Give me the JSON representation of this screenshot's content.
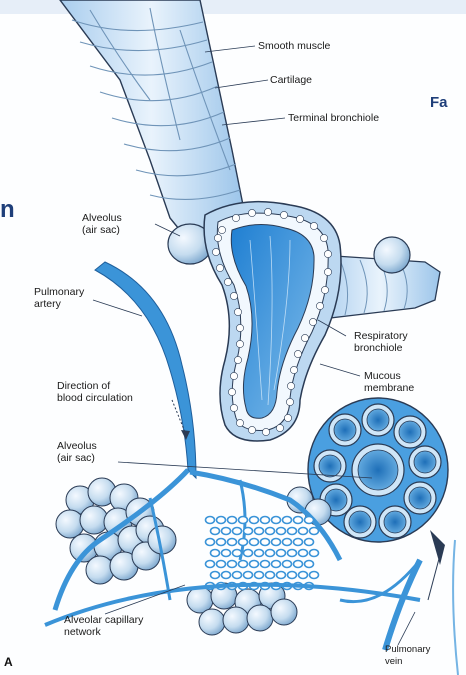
{
  "labels": {
    "smooth_muscle": "Smooth muscle",
    "cartilage": "Cartilage",
    "terminal_bronchiole": "Terminal bronchiole",
    "alveolus_top": "Alveolus\n(air sac)",
    "pulmonary_artery": "Pulmonary\nartery",
    "respiratory_bronchiole": "Respiratory\nbronchiole",
    "mucous_membrane": "Mucous\nmembrane",
    "direction_blood": "Direction of\nblood circulation",
    "alveolus_bottom": "Alveolus\n(air sac)",
    "alveolar_capillary": "Alveolar capillary\nnetwork",
    "pulmonary_vein": "Pulmonary\nvein",
    "panel_letter": "A",
    "cut_right": "Fa",
    "cut_left": "n"
  },
  "colors": {
    "light_blue": "#cfe3f5",
    "mid_blue": "#8ec1e9",
    "deep_blue": "#3b94d8",
    "vessel_blue": "#2f8fe0",
    "outline": "#2a3b55",
    "accent_navy": "#1f3f7a"
  }
}
